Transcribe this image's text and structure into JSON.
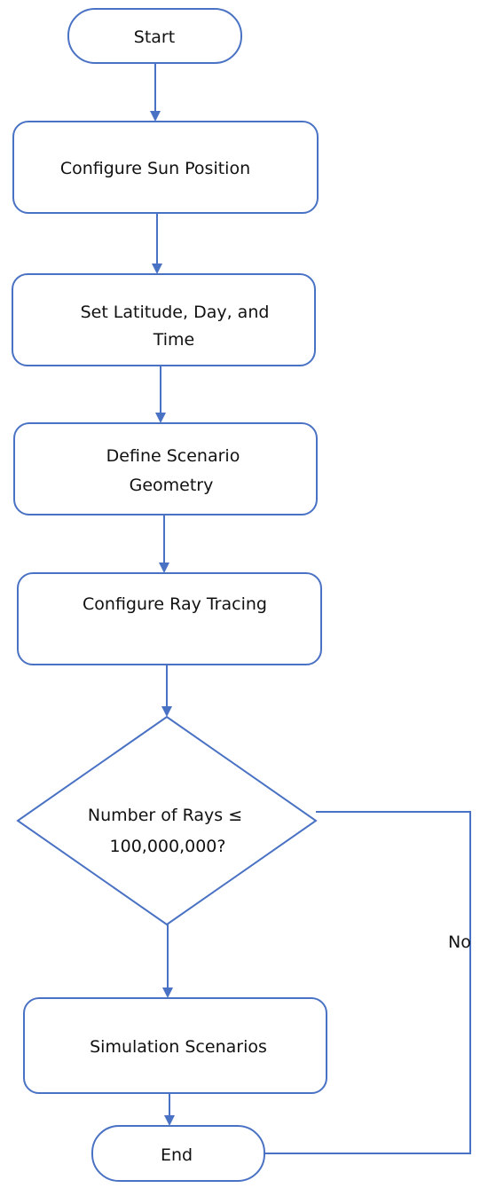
{
  "flowchart": {
    "start_label": "Start",
    "step1_label": "Configure  Sun Position",
    "step2_line1": "Set Latitude,  Day, and",
    "step2_line2": "Time",
    "step3_line1": "Define  Scenario",
    "step3_line2": "Geometry",
    "step4_label": "Configure Ray Tracing",
    "decision_line1": "Number of Rays ≤",
    "decision_line2": "100,000,000?",
    "no_label": "No",
    "step5_label": "Simulation Scenarios",
    "end_label": "End",
    "colors": {
      "stroke": "#4a72c4",
      "text": "#111111",
      "background": "#ffffff"
    }
  }
}
